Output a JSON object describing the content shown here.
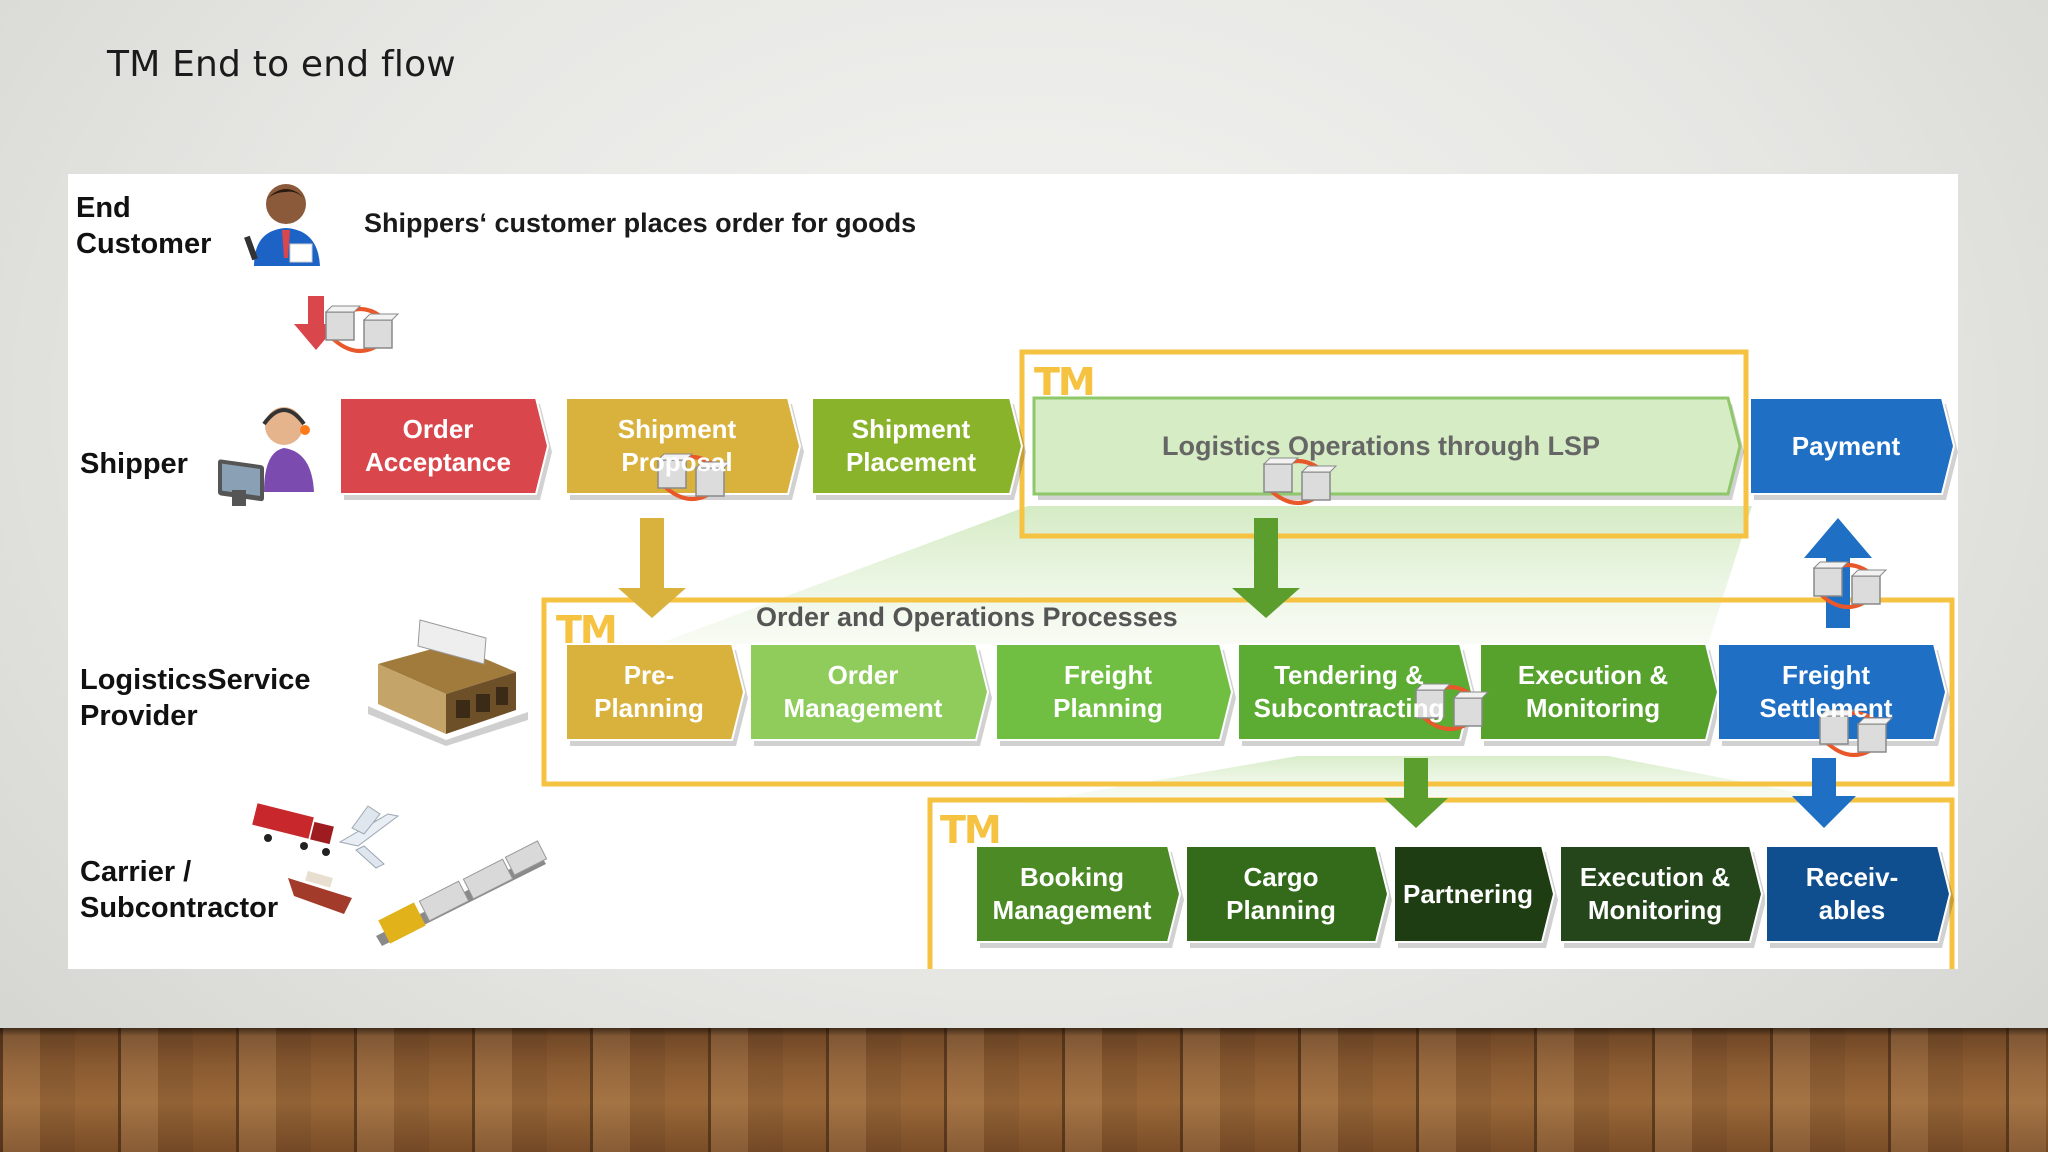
{
  "slide": {
    "title": "TM End to end flow"
  },
  "diagram": {
    "headline": "Shippers‘ customer places order for goods",
    "lanes": {
      "end_customer": "End\nCustomer",
      "shipper": "Shipper",
      "lsp": "LogisticsService\nProvider",
      "carrier": "Carrier /\nSubcontractor"
    },
    "tm_marker": "TM",
    "lsp_box_title": "Order and Operations Processes",
    "shipper_steps": [
      {
        "label": "Order\nAcceptance",
        "color": "#d9474c"
      },
      {
        "label": "Shipment\nProposal",
        "color": "#d9b13d"
      },
      {
        "label": "Shipment\nPlacement",
        "color": "#8ab32c"
      },
      {
        "label": "Logistics Operations through LSP",
        "color": "#d6ecc4"
      },
      {
        "label": "Payment",
        "color": "#1f6fc5"
      }
    ],
    "lsp_steps": [
      {
        "label": "Pre-\nPlanning",
        "color": "#d9b13d"
      },
      {
        "label": "Order\nManagement",
        "color": "#8fcc5c"
      },
      {
        "label": "Freight\nPlanning",
        "color": "#71bf42"
      },
      {
        "label": "Tendering &\nSubcontracting",
        "color": "#5cab32"
      },
      {
        "label": "Execution &\nMonitoring",
        "color": "#57a22d"
      },
      {
        "label": "Freight\nSettlement",
        "color": "#1f6fc5"
      }
    ],
    "carrier_steps": [
      {
        "label": "Booking\nManagement",
        "color": "#4c8a26"
      },
      {
        "label": "Cargo\nPlanning",
        "color": "#346b1b"
      },
      {
        "label": "Partnering",
        "color": "#1f3d12"
      },
      {
        "label": "Execution &\nMonitoring",
        "color": "#24461a"
      },
      {
        "label": "Receiv-\nables",
        "color": "#0f4f8f"
      }
    ],
    "colors": {
      "tm_frame": "#f5c242",
      "arrow_red": "#d9474c",
      "arrow_gold": "#d9b13d",
      "arrow_green": "#5c9e2e",
      "arrow_blue": "#1f6fc5"
    }
  }
}
